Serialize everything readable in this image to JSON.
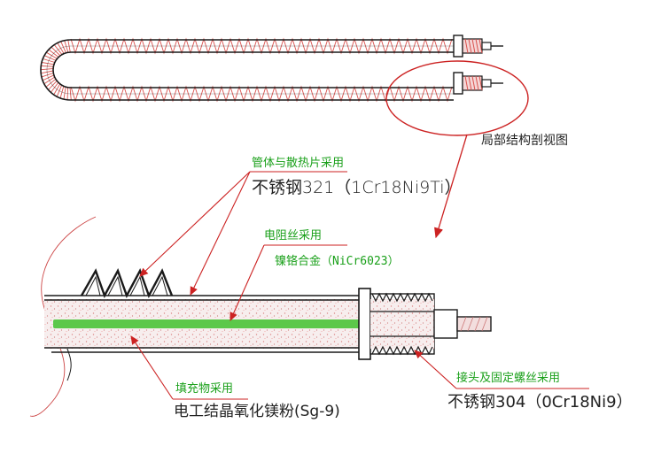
{
  "colors": {
    "outline": "#1a1a1a",
    "fin": "#d9534f",
    "wire": "#5cc84a",
    "annotation": "#cc2222",
    "label_green": "#1aa01a",
    "filler": "#f6ecec"
  },
  "labels": {
    "detail_view": "局部结构剖视图",
    "tube_fin_title": "管体与散热片采用",
    "tube_fin_material": "不锈钢321（1Cr18Ni9Ti）",
    "wire_title": "电阻丝采用",
    "wire_material": "镍铬合金（NiCr6023）",
    "filler_title": "填充物采用",
    "filler_material": "电工结晶氧化镁粉(Sg-9)",
    "terminal_title": "接头及固定螺丝采用",
    "terminal_material": "不锈钢304（0Cr18Ni9）"
  }
}
